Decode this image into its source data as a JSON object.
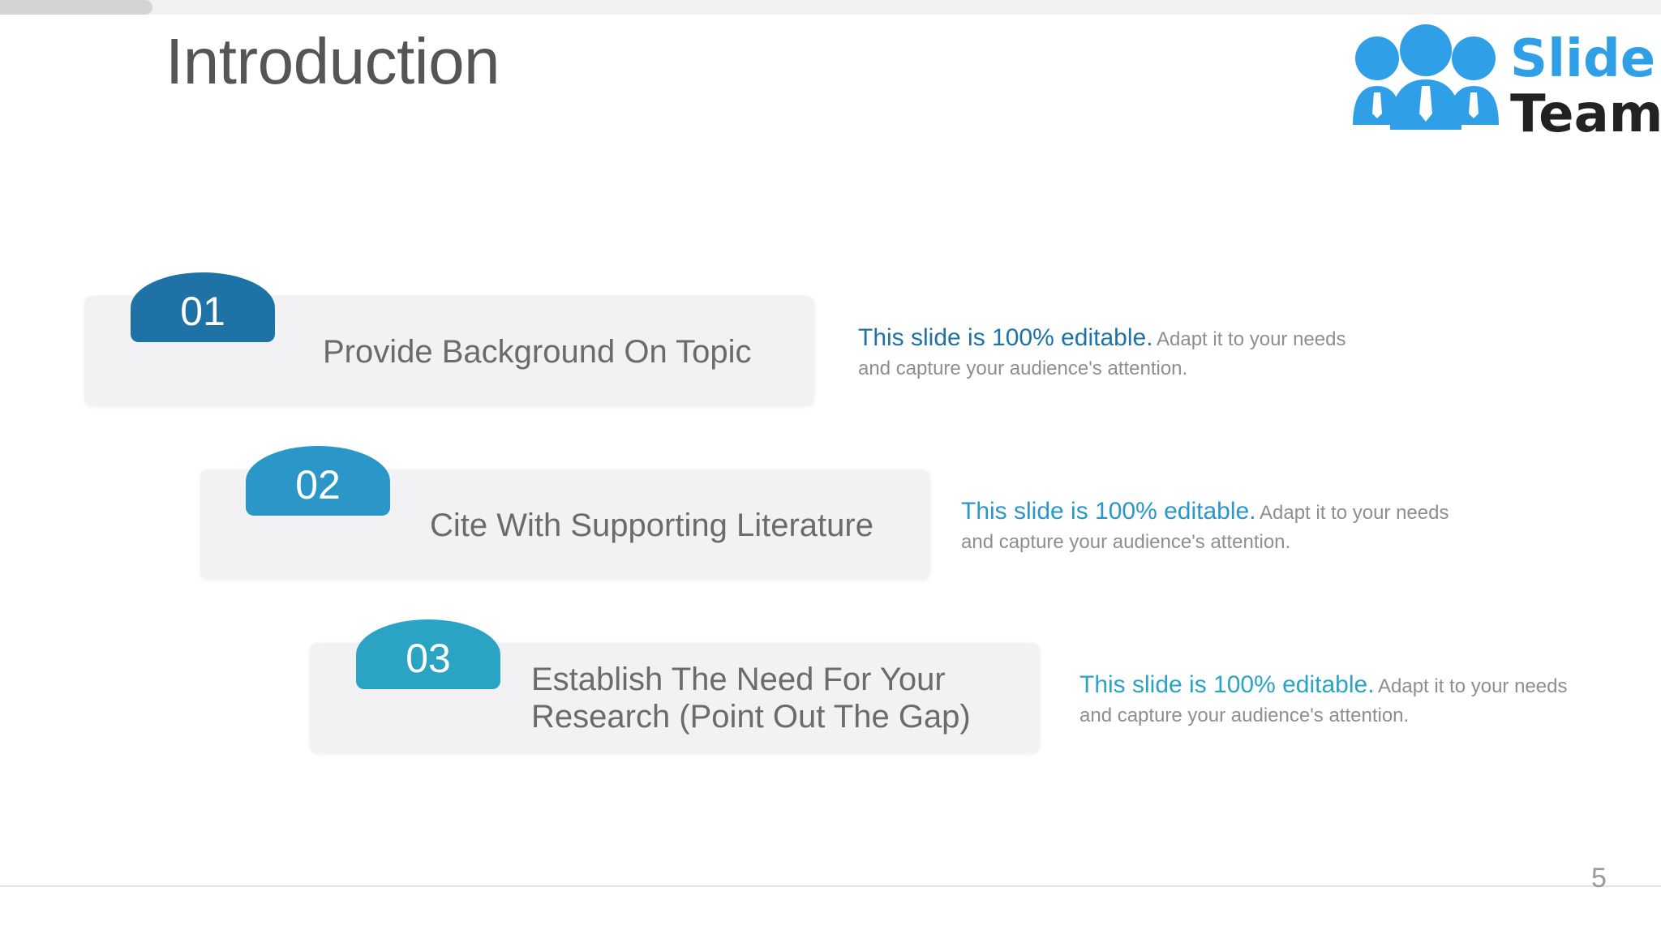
{
  "slide": {
    "title": "Introduction",
    "page_number": "5"
  },
  "logo": {
    "word1": "Slide",
    "word2": "Team",
    "colors": {
      "people": "#2f9fe8",
      "team_text": "#222222"
    }
  },
  "items": [
    {
      "number": "01",
      "label": "Provide Background On Topic",
      "desc_strong": "This slide is 100% editable.",
      "desc_rest": "Adapt it to your needs",
      "desc_line2": "and capture your audience's attention.",
      "color": "#1e72a6"
    },
    {
      "number": "02",
      "label": "Cite With Supporting Literature",
      "desc_strong": "This slide is 100% editable.",
      "desc_rest": "Adapt it to your needs",
      "desc_line2": "and capture your audience's attention.",
      "color": "#2b96c8"
    },
    {
      "number": "03",
      "label": "Establish The Need For Your Research (Point Out The Gap)",
      "desc_strong": "This slide is 100% editable.",
      "desc_rest": "Adapt it to your needs",
      "desc_line2": "and capture your audience's attention.",
      "color": "#2aa3c4"
    }
  ]
}
